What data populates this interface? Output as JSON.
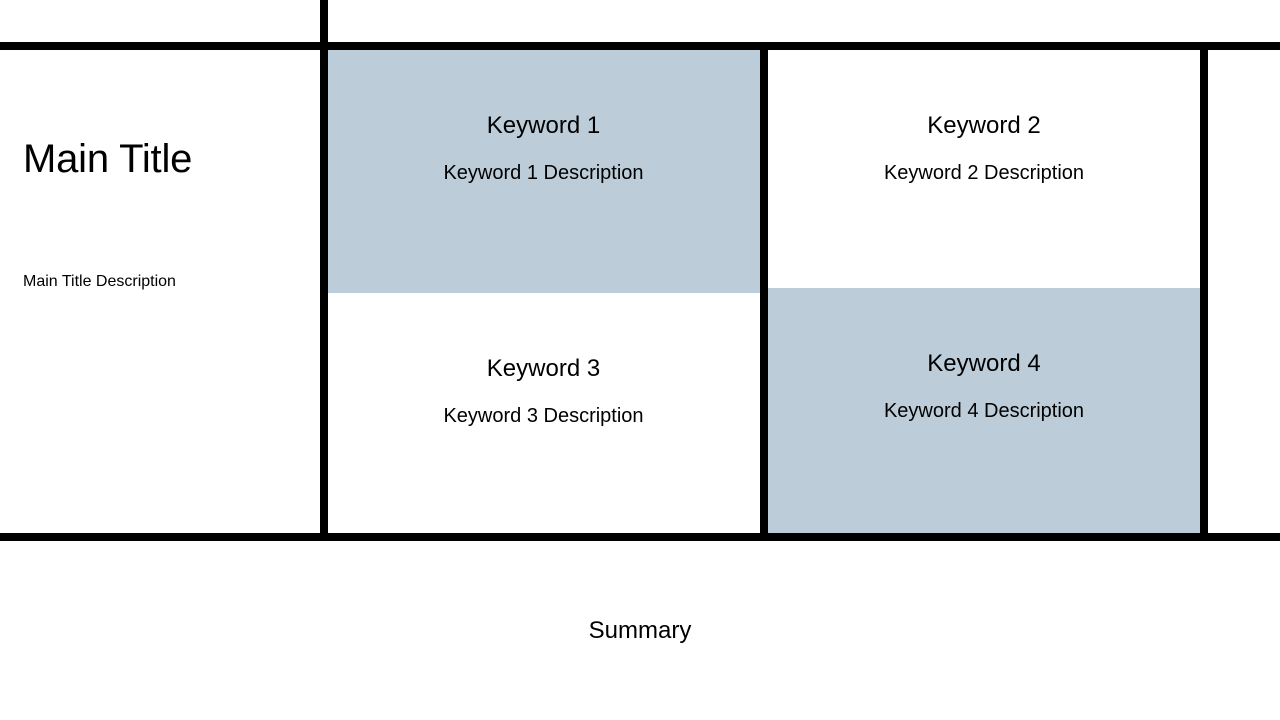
{
  "slide": {
    "background_color": "#ffffff",
    "rule_color": "#000000",
    "highlight_color": "#bccdd9"
  },
  "title_column": {
    "title": "Main Title",
    "description": "Main Title Description"
  },
  "matrix": {
    "cells": [
      {
        "position": "top-left",
        "title": "Keyword 1",
        "description": "Keyword 1 Description",
        "highlighted": true
      },
      {
        "position": "top-right",
        "title": "Keyword 2",
        "description": "Keyword 2 Description",
        "highlighted": false
      },
      {
        "position": "bottom-left",
        "title": "Keyword 3",
        "description": "Keyword 3 Description",
        "highlighted": false
      },
      {
        "position": "bottom-right",
        "title": "Keyword 4",
        "description": "Keyword 4 Description",
        "highlighted": true
      }
    ]
  },
  "footer": {
    "summary": "Summary"
  }
}
